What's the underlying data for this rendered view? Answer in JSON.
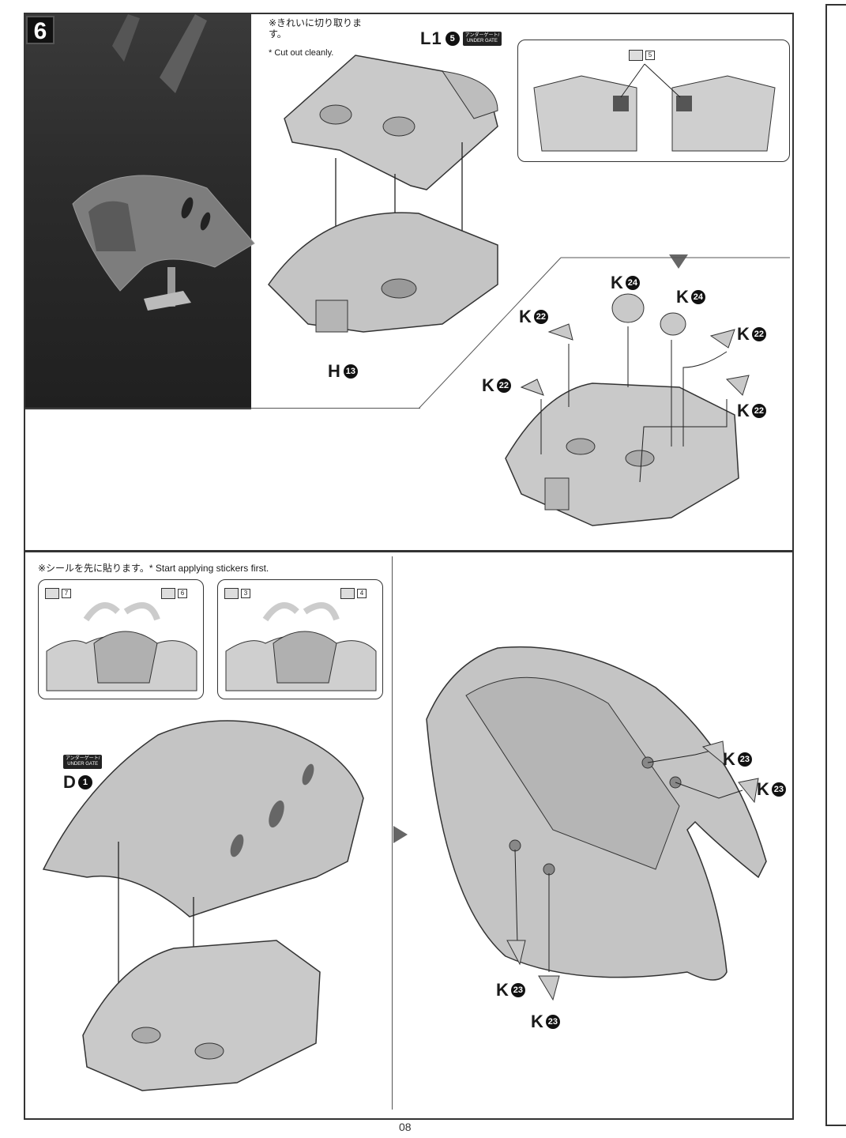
{
  "step": {
    "number": "6"
  },
  "top_section": {
    "note_ja": "※きれいに切り取ります。",
    "note_en": "* Cut out cleanly.",
    "part_top": {
      "letter": "L1",
      "num": "5",
      "gate_line1": "アンダーゲート/",
      "gate_line2": "UNDER GATE"
    },
    "part_base": {
      "letter": "H",
      "num": "13"
    },
    "sticker_ref": "5"
  },
  "right_section": {
    "parts": [
      {
        "letter": "K",
        "num": "24"
      },
      {
        "letter": "K",
        "num": "24"
      },
      {
        "letter": "K",
        "num": "22"
      },
      {
        "letter": "K",
        "num": "22"
      },
      {
        "letter": "K",
        "num": "22"
      },
      {
        "letter": "K",
        "num": "22"
      }
    ]
  },
  "bottom_left": {
    "note": "※シールを先に貼ります。* Start applying stickers first.",
    "callout_left": {
      "sticker_a": "7",
      "sticker_b": "6"
    },
    "callout_right": {
      "sticker_a": "3",
      "sticker_b": "4"
    },
    "part_cover": {
      "letter": "D",
      "num": "1",
      "gate_line1": "アンダーゲート/",
      "gate_line2": "UNDER GATE"
    }
  },
  "bottom_right": {
    "parts": [
      {
        "letter": "K",
        "num": "23"
      },
      {
        "letter": "K",
        "num": "23"
      },
      {
        "letter": "K",
        "num": "23"
      },
      {
        "letter": "K",
        "num": "23"
      }
    ]
  },
  "page_number": "08",
  "colors": {
    "part_fill": "#c9c9c9",
    "part_stroke": "#333333",
    "frame": "#333333"
  }
}
